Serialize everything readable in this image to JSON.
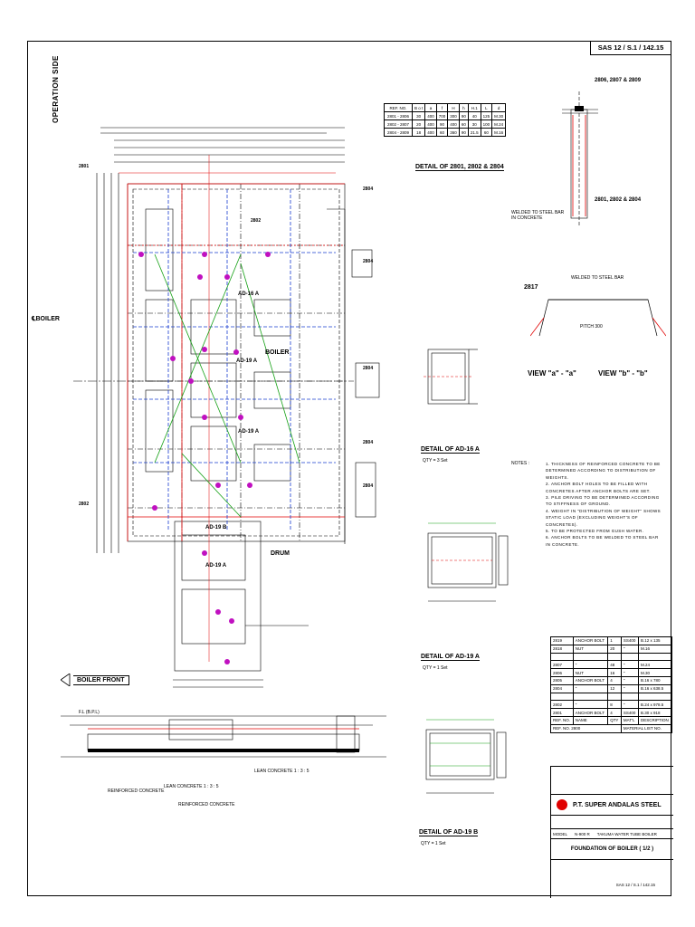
{
  "drawing_no": "SAS 12 / S.1 / 142.15",
  "main_plan": {
    "operation_side": "OPERATION SIDE",
    "boiler_axis": "BOILER",
    "boiler_center": "BOILER",
    "drum": "DRUM",
    "ad_labels": [
      "AD-16 A",
      "AD-19 A",
      "AD-19 A",
      "AD-19 B",
      "AD-19 A"
    ],
    "pad_labels": [
      "2801",
      "2802",
      "2804",
      "2804",
      "2804",
      "2802",
      "2804",
      "2804"
    ]
  },
  "boiler_front": "BOILER FRONT",
  "section": {
    "reinforced_concrete_1": "REINFORCED CONCRETE",
    "reinforced_concrete_2": "REINFORCED CONCRETE",
    "lean_concrete_1": "LEAN CONCRETE 1 : 3 : 5",
    "lean_concrete_2": "LEAN CONCRETE 1 : 3 : 5",
    "fl_label": "F.L (B.P.L)"
  },
  "ref_table": {
    "headers": [
      "REF. NO.",
      "B o t",
      "a",
      "f",
      "H",
      "h",
      "H.1",
      "L",
      "d"
    ],
    "rows": [
      [
        "2801 - 2806",
        "30",
        "400",
        "700",
        "300",
        "90",
        "40",
        "125",
        "M.30"
      ],
      [
        "2802 - 2807",
        "20",
        "400",
        "90",
        "400",
        "60",
        "30",
        "100",
        "M.24"
      ],
      [
        "2804 - 2809",
        "18",
        "400",
        "60",
        "360",
        "90",
        "21.5",
        "60",
        "M.16"
      ]
    ]
  },
  "detail_title": "DETAIL OF 2801, 2802 & 2804",
  "anchor_top_label": "2806, 2807 & 2809",
  "anchor_bottom_label": "2801, 2802 & 2804",
  "welded_note": "WELDED TO STEEL BAR IN CONCRETE",
  "bent_bar": {
    "label": "2817",
    "welded": "WELDED TO STEEL BAR",
    "pitch": "PITCH 300",
    "view_a": "VIEW \"a\" - \"a\"",
    "view_b": "VIEW \"b\" - \"b\""
  },
  "detail_16a": {
    "title": "DETAIL OF AD-16 A",
    "qty": "QTY  =  3 Set"
  },
  "detail_19a": {
    "title": "DETAIL OF AD-19 A",
    "qty": "QTY  =  1 Set"
  },
  "detail_19b": {
    "title": "DETAIL OF AD-19 B",
    "qty": "QTY  =  1 Set"
  },
  "notes": {
    "heading": "NOTES :",
    "items": [
      "1. THICKNESS OF REINFORCED CONCRETE TO BE DETERMINED ACCORDING TO DISTRIBUTION OF WEIGHTS.",
      "2. ANCHOR BOLT HOLES TO BE FILLED WITH CONCRETES AFTER ANCHOR BOLTS ARE SET.",
      "3. PILE DRIVING TO BE DETERMINED ACCORDING TO STIFFNESS OF GROUND.",
      "4. WEIGHT IN \"DISTRIBUTION OF WEIGHT\" SHOWS STATIC LOAD (EXCLUDING WEIGHT'S OF CONCRETES).",
      "5. TO BE PROTECTED FROM GUSH WATER.",
      "6. ANCHOR BOLTS TO BE WELDED TO STEEL BAR IN CONCRETE."
    ]
  },
  "bom": {
    "rows": [
      [
        "2819",
        "ANCHOR BOLT",
        "1",
        "SS400",
        "B.12 x 135"
      ],
      [
        "2818",
        "NUT",
        "20",
        "\"",
        "M.16"
      ],
      [
        "",
        "",
        "",
        "",
        ""
      ],
      [
        "2807",
        "\"",
        "48",
        "\"",
        "M.24"
      ],
      [
        "2806",
        "NUT",
        "16",
        "\"",
        "M.30"
      ],
      [
        "2805",
        "ANCHOR BOLT",
        "4",
        "\"",
        "B.16 x 780"
      ],
      [
        "2804",
        "\"",
        "12",
        "\"",
        "B.16 x 638.5"
      ],
      [
        "",
        "",
        "",
        "",
        ""
      ],
      [
        "2802",
        "\"",
        "8",
        "\"",
        "B.24 x 978.5"
      ],
      [
        "2801",
        "ANCHOR BOLT",
        "4",
        "SS400",
        "B.30 x 918"
      ]
    ],
    "header": [
      "REF. NO.",
      "NAME",
      "QTY",
      "MAT'L",
      "DESCRIPTION"
    ],
    "ref_no": "REF. NO. 2800",
    "material_list": "MATERIAL LIST NO."
  },
  "title_block": {
    "company": "P.T. SUPER ANDALAS STEEL",
    "model_label": "MODEL",
    "model_value": "N-900 R",
    "model_desc": "TAKUMA WATER TUBE BOILER",
    "title": "FOUNDATION OF BOILER ( 1/2 )",
    "drawing_no": "SAS 12 / S.1 / 142.15",
    "colors": {
      "logo": "#e00000"
    }
  }
}
